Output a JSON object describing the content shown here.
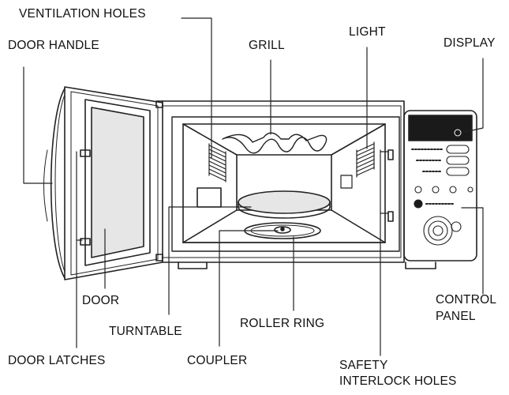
{
  "labels": {
    "ventilation_holes": "VENTILATION HOLES",
    "door_handle": "DOOR HANDLE",
    "grill": "GRILL",
    "light": "LIGHT",
    "display": "DISPLAY",
    "door": "DOOR",
    "turntable": "TURNTABLE",
    "roller_ring": "ROLLER RING",
    "control_panel_1": "CONTROL",
    "control_panel_2": "PANEL",
    "door_latches": "DOOR LATCHES",
    "coupler": "COUPLER",
    "safety_interlock_1": "SAFETY",
    "safety_interlock_2": "INTERLOCK HOLES"
  },
  "colors": {
    "line": "#222222",
    "light_fill": "#e6e6e6",
    "panel_dark": "#1a1a1a"
  }
}
